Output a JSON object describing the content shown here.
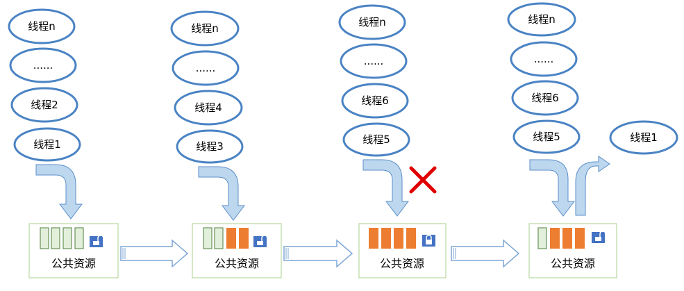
{
  "resource_label": "公共资源",
  "colors": {
    "ellipse_stroke": "#4a83c4",
    "arrow_fill": "#bdd7ee",
    "arrow_stroke": "#5b8ec9",
    "box_stroke": "#a9d08e",
    "slot_free": "#e2efda",
    "slot_busy": "#ed7d31",
    "lock": "#4472c4",
    "cross": "#e00000",
    "connector_stroke": "#7fa7d6"
  },
  "stages": [
    {
      "threads": [
        "线程n",
        "......",
        "线程2",
        "线程1"
      ],
      "slots": [
        "free",
        "free",
        "free",
        "free"
      ],
      "lock": "unlocked",
      "incoming": "allowed",
      "outgoing_thread": ""
    },
    {
      "threads": [
        "线程n",
        "......",
        "线程4",
        "线程3"
      ],
      "slots": [
        "free",
        "free",
        "busy",
        "busy"
      ],
      "lock": "unlocked",
      "incoming": "allowed",
      "outgoing_thread": ""
    },
    {
      "threads": [
        "线程n",
        "......",
        "线程6",
        "线程5"
      ],
      "slots": [
        "busy",
        "busy",
        "busy",
        "busy"
      ],
      "lock": "locked",
      "incoming": "blocked",
      "outgoing_thread": ""
    },
    {
      "threads": [
        "线程n",
        "......",
        "线程6",
        "线程5"
      ],
      "slots": [
        "free",
        "busy",
        "busy",
        "busy"
      ],
      "lock": "unlocked",
      "incoming": "allowed",
      "outgoing_thread": "线程1"
    }
  ]
}
